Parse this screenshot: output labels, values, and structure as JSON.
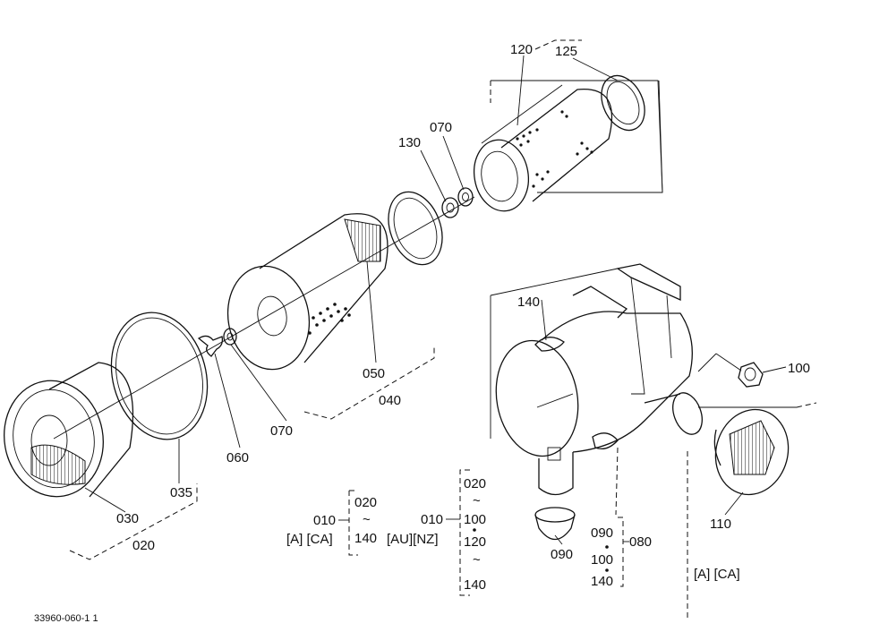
{
  "diagram": {
    "footer_code": "33960-060-1 1",
    "callouts": {
      "p120": "120",
      "p125": "125",
      "p070a": "070",
      "p130": "130",
      "p050": "050",
      "p040": "040",
      "p070b": "070",
      "p060": "060",
      "p035": "035",
      "p030": "030",
      "p020": "020",
      "p140": "140",
      "p100": "100",
      "p110": "110",
      "p090a": "090"
    },
    "legend_a": {
      "top": "020",
      "tilde": "~",
      "left": "010",
      "bottom": "140",
      "market": "[A] [CA]"
    },
    "legend_b": {
      "top": "020",
      "tilde1": "~",
      "left": "010",
      "mid1": "100",
      "mid2": "120",
      "tilde2": "~",
      "bottom": "140",
      "market": "[AU][NZ]"
    },
    "legend_c": {
      "top": "090",
      "right": "080",
      "mid": "100",
      "bottom": "140"
    },
    "market_right": "[A] [CA]"
  }
}
